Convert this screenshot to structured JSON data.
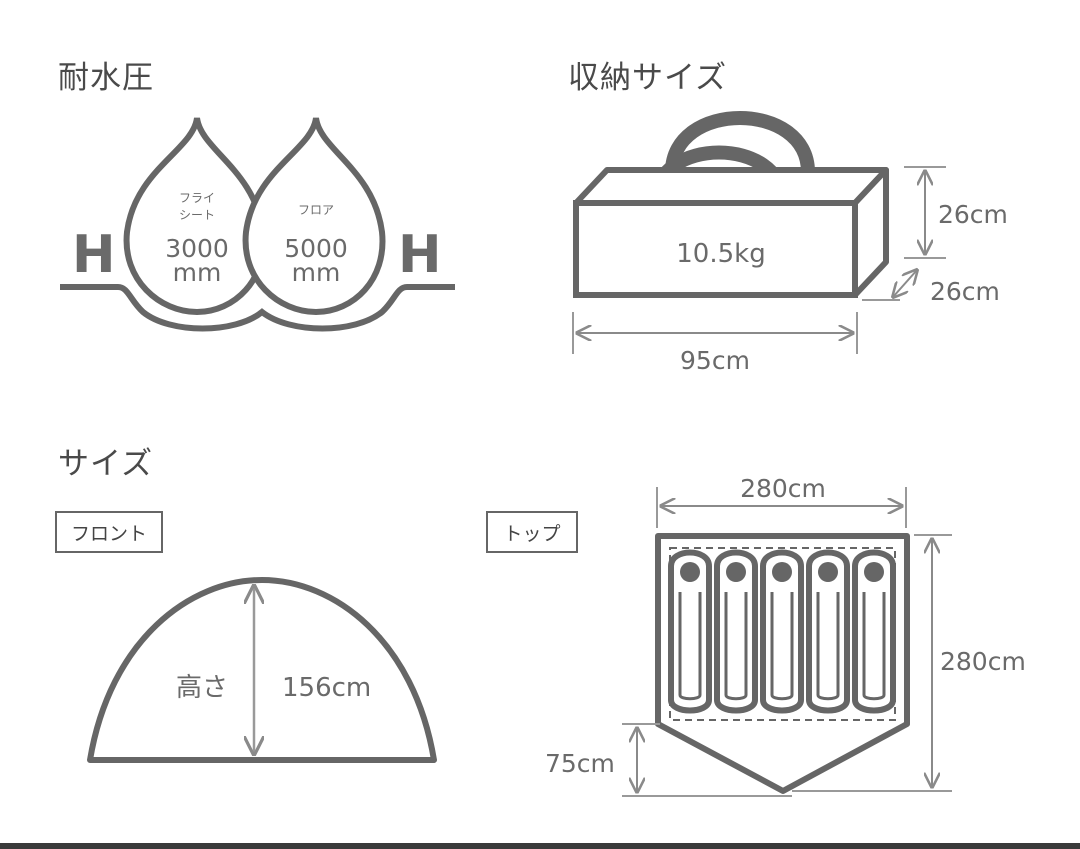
{
  "sections": {
    "water_pressure": {
      "title": "耐水圧"
    },
    "storage_size": {
      "title": "収納サイズ"
    },
    "size": {
      "title": "サイズ"
    }
  },
  "water_pressure": {
    "fly": {
      "label_line1": "フライ",
      "label_line2": "シート",
      "value": "3000",
      "unit": "mm"
    },
    "floor": {
      "label": "フロア",
      "value": "5000",
      "unit": "mm"
    },
    "h_letter": "H"
  },
  "storage": {
    "weight": "10.5kg",
    "height": "26cm",
    "depth": "26cm",
    "width": "95cm"
  },
  "front": {
    "tag": "フロント",
    "height_label": "高さ",
    "height_value": "156cm"
  },
  "top": {
    "tag": "トップ",
    "width": "280cm",
    "length": "280cm",
    "vestibule": "75cm",
    "sleeping_bags": 5
  }
}
